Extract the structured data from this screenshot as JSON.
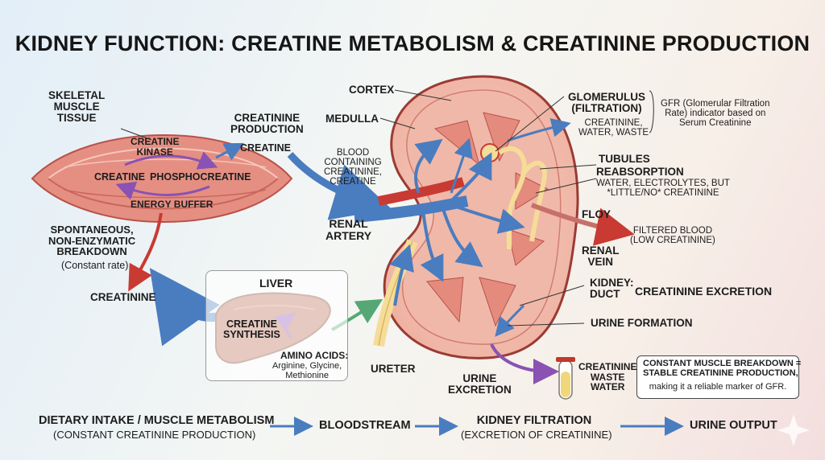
{
  "title": "KIDNEY FUNCTION: CREATINE METABOLISM & CREATININE PRODUCTION",
  "muscle": {
    "heading": "SKELETAL\nMUSCLE\nTISSUE",
    "enzyme": "CREATINE\nKINASE",
    "creatine": "CREATINE",
    "phosphocreatine": "PHOSPHOCREATINE",
    "buffer": "ENERGY BUFFER"
  },
  "breakdown": {
    "label": "SPONTANEOUS,\nNON-ENZYMATIC\nBREAKDOWN",
    "rate": "(Constant rate)",
    "product": "CREATININE"
  },
  "production": {
    "label": "CREATININE\nPRODUCTION",
    "creatine": "CREATINE"
  },
  "liver": {
    "heading": "LIVER",
    "synthesis": "CREATINE\nSYNTHESIS",
    "amino_heading": "AMINO ACIDS:",
    "amino_list": "Arginine, Glycine,\nMethionine"
  },
  "kidney": {
    "cortex": "CORTEX",
    "medulla": "MEDULLA",
    "blood_in": "BLOOD\nCONTAINING\nCREATININE,\nCREATINE",
    "renal_artery": "RENAL\nARTERY",
    "glomerulus": "GLOMERULUS\n(FILTRATION)",
    "glomerulus_out": "CREATININE,\nWATER, WASTE",
    "gfr_note": "GFR (Glomerular Filtration\nRate) indicator based on\nSerum Creatinine",
    "tubules": "TUBULES",
    "reabsorption": "REABSORPTION",
    "reabsorption_detail": "WATER, ELECTROLYTES, BUT\n*LITTLE/NO* CREATININE",
    "floy": "FLOY",
    "filtered_blood": "FILTERED BLOOD\n(LOW CREATININE)",
    "renal_vein": "RENAL\nVEIN",
    "duct": "KIDNEY:\nDUCT",
    "excretion": "CREATININE EXCRETION",
    "urine_formation": "URINE FORMATION",
    "ureter": "URETER",
    "urine_excretion": "URINE\nEXCRETION",
    "tube_contents": "CREATININE\nWASTE\nWATER"
  },
  "note": {
    "line1": "CONSTANT MUSCLE BREAKDOWN =\nSTABLE CREATININE PRODUCTION,",
    "line2": "making it a reliable marker of GFR."
  },
  "flow": {
    "step1": "DIETARY INTAKE / MUSCLE METABOLISM",
    "step1_sub": "(CONSTANT CREATININE PRODUCTION)",
    "step2": "BLOODSTREAM",
    "step3": "KIDNEY FILTRATION",
    "step3_sub": "(EXCRETION OF CREATININE)",
    "step4": "URINE OUTPUT"
  },
  "colors": {
    "artery": "#c83a32",
    "vein_blue": "#4a7cc0",
    "muscle": "#e58f82",
    "liver": "#b8654a",
    "kidney_tissue": "#f4c4b4",
    "urine": "#f1d77a",
    "green_arrow": "#55a873",
    "purple_arrow": "#8a52b3"
  }
}
